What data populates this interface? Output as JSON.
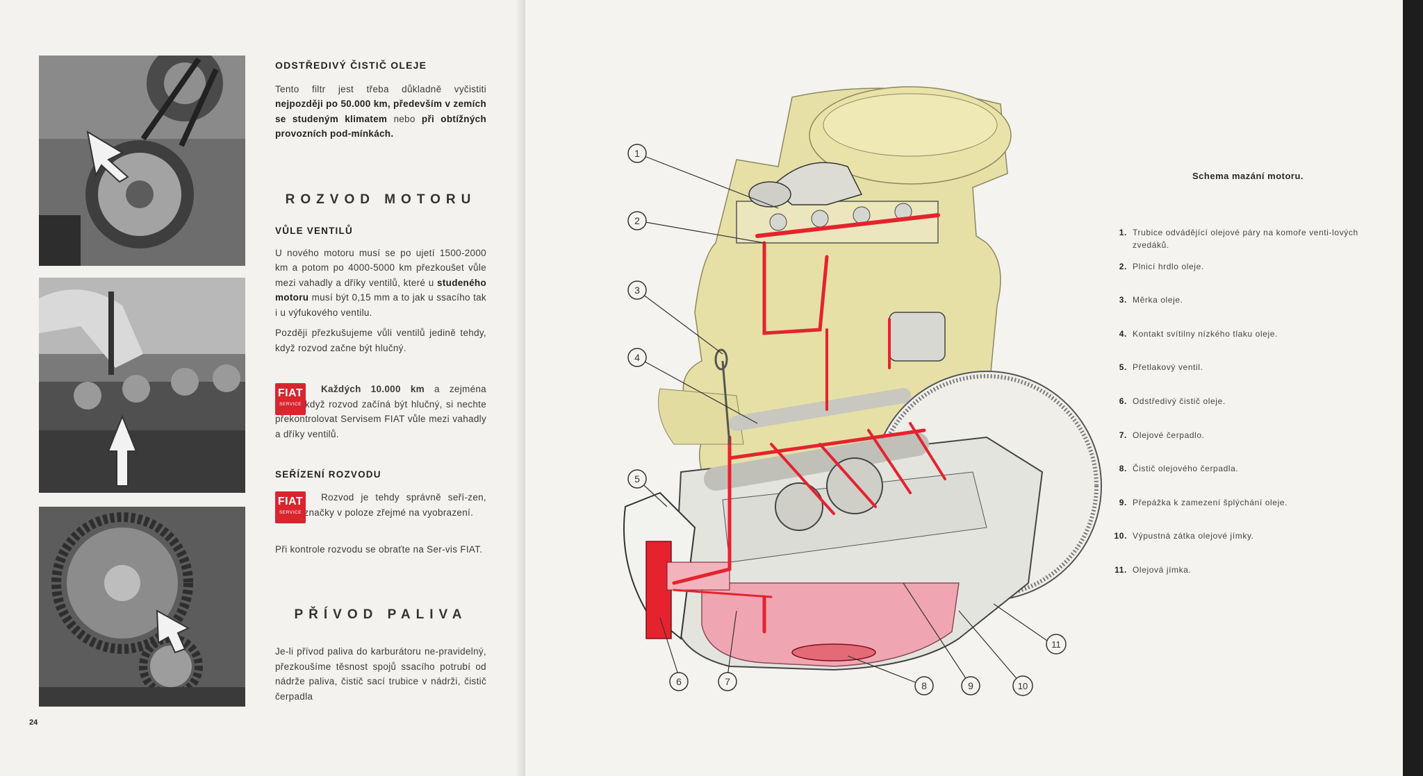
{
  "left_page": {
    "page_number": "24",
    "photos": [
      {
        "name": "photo-centrifugal-oil-filter"
      },
      {
        "name": "photo-valve-clearance-adjustment"
      },
      {
        "name": "photo-timing-chain"
      }
    ],
    "filter_section": {
      "heading": "ODSTŘEDIVÝ ČISTIČ OLEJE",
      "p1": "Tento filtr jest třeba důkladně vyčistiti",
      "p1_bold": "nejpozději po 50.000 km, především v zemích se studeným klimatem",
      "p1_b": "nebo",
      "p1_bold2": "při obtížných provozních pod-mínkách."
    },
    "timing_heading": "ROZVOD MOTORU",
    "valve_section": {
      "heading": "VŮLE VENTILŮ",
      "p1": "U nového motoru musí se po ujetí 1500-2000 km a potom po 4000-5000 km přezkoušet vůle mezi vahadly a dříky ventilů, které u",
      "p1_bold": "studeného motoru",
      "p1_b": "musí být 0,15 mm a to jak u ssacího tak i u výfukového ventilu.",
      "p2": "Později přezkušujeme vůli ventilů jedině tehdy, když rozvod začne být hlučný.",
      "fiat_bold": "Každých 10.000 km",
      "fiat_text": "a zejména tehdy, když rozvod začíná být hlučný, si nechte překontrolovat Servisem FIAT vůle mezi vahadly a dříky ventilů."
    },
    "adjust_section": {
      "heading": "SEŘÍZENÍ ROZVODU",
      "fiat_text": "Rozvod je tehdy správně seří-zen, jsou-li značky v poloze zřejmé na vyobrazení.",
      "p1": "Při kontrole rozvodu se obraťte na Ser-vis FIAT."
    },
    "fuel_heading": "PŘÍVOD PALIVA",
    "fuel_text": "Je-li přívod paliva do karburátoru ne-pravidelný, přezkoušíme těsnost spojů ssacího potrubí od nádrže paliva, čistič sací trubice v nádrži, čistič čerpadla",
    "fiat_logo": {
      "word": "FIAT",
      "sub": "SERVICE",
      "color": "#d8252e"
    }
  },
  "right_page": {
    "title": "Schema mazání motoru.",
    "legend": [
      {
        "num": "1.",
        "text": "Trubice odvádějící olejové páry na komoře venti-lových zvedáků."
      },
      {
        "num": "2.",
        "text": "Plnicí hrdlo oleje."
      },
      {
        "num": "3.",
        "text": "Měrka oleje."
      },
      {
        "num": "4.",
        "text": "Kontakt svítilny nízkého tlaku oleje."
      },
      {
        "num": "5.",
        "text": "Přetlakový ventil."
      },
      {
        "num": "6.",
        "text": "Odstředivý čistič oleje."
      },
      {
        "num": "7.",
        "text": "Olejové čerpadlo."
      },
      {
        "num": "8.",
        "text": "Čistič olejového čerpadla."
      },
      {
        "num": "9.",
        "text": "Přepážka k zamezení šplýchání oleje."
      },
      {
        "num": "10.",
        "text": "Výpustná zátka olejové jímky."
      },
      {
        "num": "11.",
        "text": "Olejová jímka."
      }
    ],
    "callouts": [
      "1",
      "2",
      "3",
      "4",
      "5",
      "6",
      "7",
      "8",
      "9",
      "10",
      "11"
    ],
    "colors": {
      "engine_body": "#e6e0a6",
      "oil_red": "#e4232f",
      "oil_sump": "#f0a6b2"
    }
  }
}
